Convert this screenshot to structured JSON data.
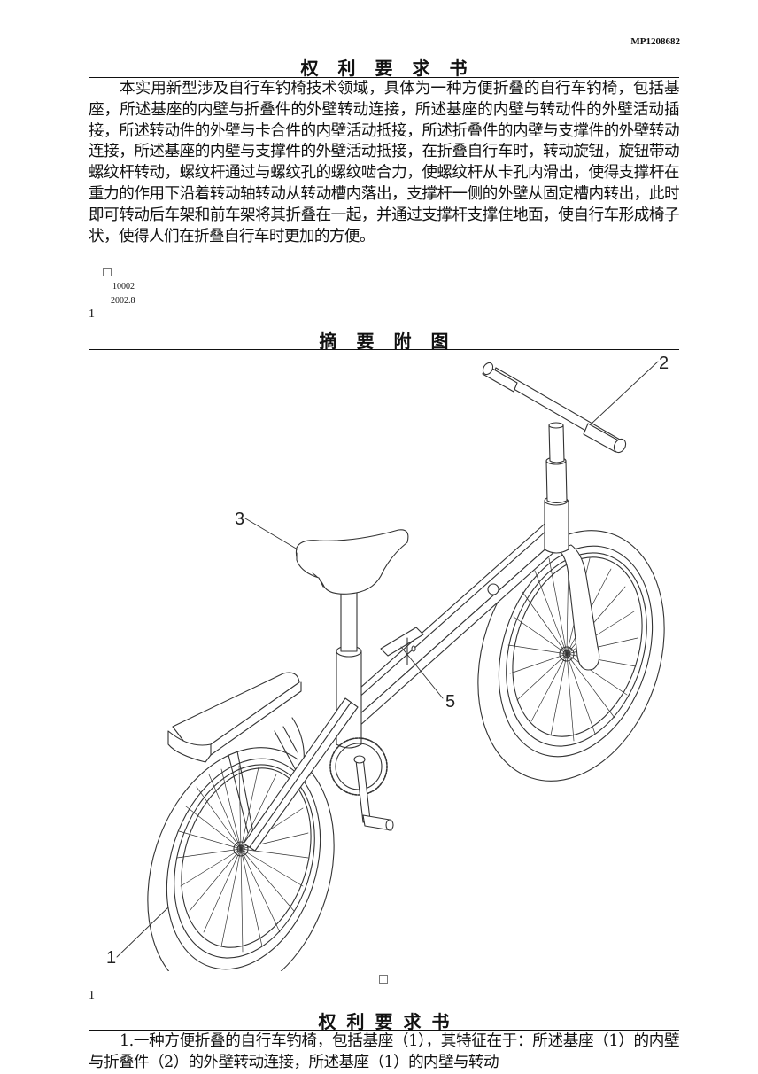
{
  "header": {
    "doc_id": "MP1208682"
  },
  "sections": [
    {
      "title_chars": [
        "权",
        "利",
        "要",
        "求",
        "书"
      ],
      "paragraph": "本实用新型涉及自行车钓椅技术领域，具体为一种方便折叠的自行车钓椅，包括基座，所述基座的内壁与折叠件的外壁转动连接，所述基座的内壁与转动件的外壁活动插接，所述转动件的外壁与卡合件的内壁活动抵接，所述折叠件的内壁与支撑件的外壁转动连接，所述基座的内壁与支撑件的外壁活动抵接，在折叠自行车时，转动旋钮，旋钮带动螺纹杆转动，螺纹杆通过与螺纹孔的螺纹啮合力，使螺纹杆从卡孔内滑出，使得支撑杆在重力的作用下沿着转动轴转动从转动槽内落出，支撑杆一侧的外壁从固定槽内转出，此时即可转动后车架和前车架将其折叠在一起，并通过支撑杆支撑住地面，使自行车形成椅子状，使得人们在折叠自行车时更加的方便。",
      "meta_numbers": [
        "10002",
        "2002.8"
      ],
      "page_number": "1"
    },
    {
      "title_chars": [
        "摘",
        "要",
        "附",
        "图"
      ],
      "figure": {
        "description": "Isometric line drawing of a folding bicycle fishing chair",
        "labels": [
          "1",
          "2",
          "3",
          "5"
        ]
      },
      "page_number": "1"
    },
    {
      "title_chars": [
        "权",
        "利",
        "要",
        "求",
        "书"
      ],
      "paragraph": "1.一种方便折叠的自行车钓椅，包括基座（1），其特征在于：所述基座（1）的内壁与折叠件（2）的外壁转动连接，所述基座（1）的内壁与转动"
    }
  ]
}
